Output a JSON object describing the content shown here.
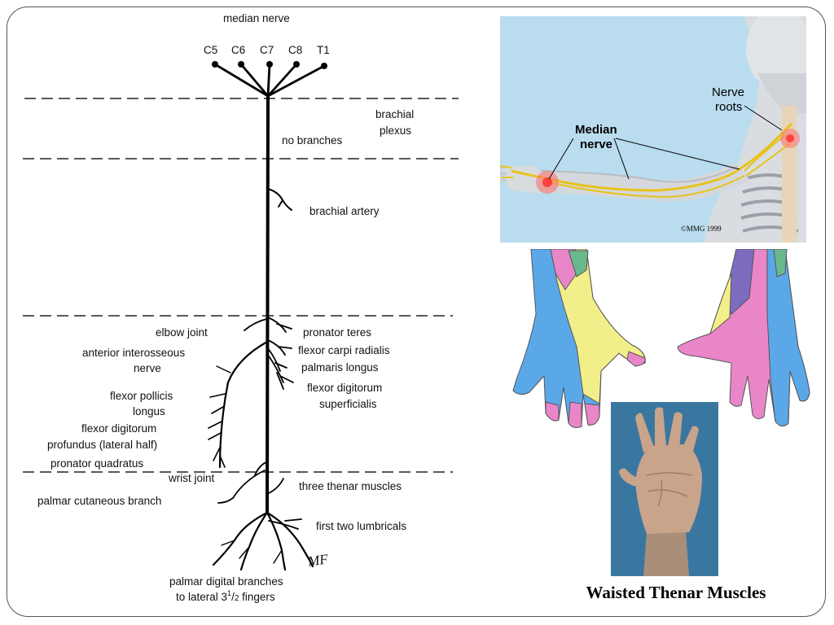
{
  "diagram": {
    "title": "median nerve",
    "roots": [
      "C5",
      "C6",
      "C7",
      "C8",
      "T1"
    ],
    "regions": {
      "brachial_plexus": [
        "brachial",
        "plexus"
      ],
      "no_branches": "no branches"
    },
    "branches": {
      "brachial_artery": "brachial artery",
      "elbow_joint": "elbow joint",
      "pronator_teres": "pronator teres",
      "anterior_interosseous": [
        "anterior interosseous",
        "nerve"
      ],
      "flexor_carpi_radialis": "flexor carpi radialis",
      "palmaris_longus": "palmaris longus",
      "flexor_digitorum_superficialis": [
        "flexor digitorum",
        "superficialis"
      ],
      "flexor_pollicis_longus": [
        "flexor pollicis",
        "longus"
      ],
      "flexor_digitorum_profundus": [
        "flexor digitorum",
        "profundus (lateral half)"
      ],
      "pronator_quadratus": "pronator quadratus",
      "wrist_joint": "wrist joint",
      "three_thenar_muscles": "three thenar muscles",
      "palmar_cutaneous_branch": "palmar cutaneous branch",
      "first_two_lumbricals": "first two lumbricals",
      "palmar_digital_branches": [
        "palmar digital branches",
        "to lateral  3",
        "1",
        "/",
        "2",
        " fingers"
      ]
    },
    "signature": "MF"
  },
  "anatomy_image": {
    "labels": {
      "nerve_roots": [
        "Nerve",
        "roots"
      ],
      "median_nerve": [
        "Median",
        "nerve"
      ],
      "copyright": "©MMG 1999"
    },
    "colors": {
      "background": "#b9dcef",
      "nerve": "#e8c21a"
    }
  },
  "hand_map": {
    "colors": {
      "blue": "#5ba8e8",
      "yellow": "#f2ef8a",
      "pink": "#e986c8",
      "purple": "#7d6bc0",
      "green": "#6ab88e"
    }
  },
  "photo": {
    "caption": "Waisted Thenar Muscles",
    "colors": {
      "background": "#3f7fa8",
      "skin": "#c9a48a"
    }
  }
}
